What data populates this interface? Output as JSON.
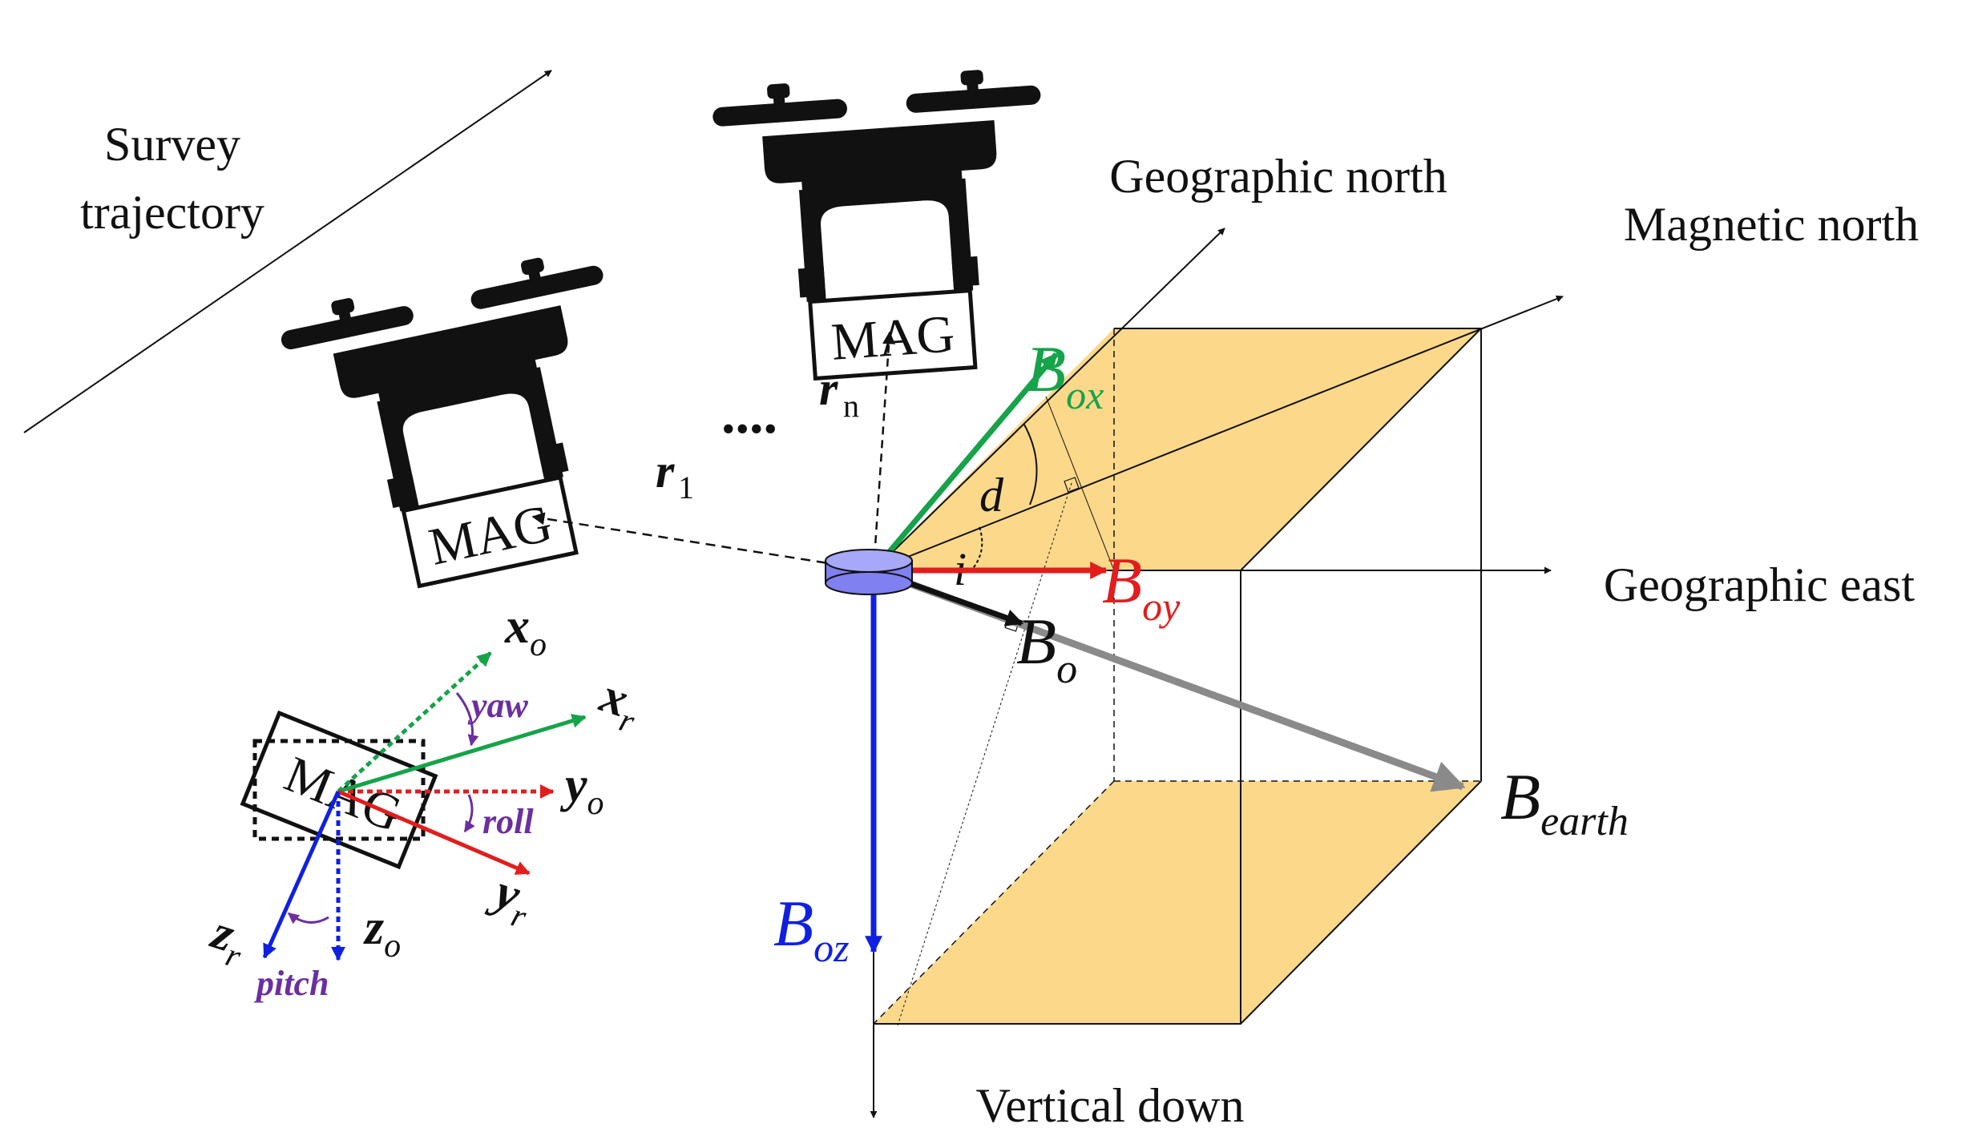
{
  "labels": {
    "survey_line1": "Survey",
    "survey_line2": "trajectory",
    "geo_north": "Geographic north",
    "mag_north": "Magnetic north",
    "geo_east": "Geographic east",
    "vertical_down": "Vertical down",
    "mag_text": "MAG",
    "dots": "....",
    "r1_main": "r",
    "r1_sub": "1",
    "rn_main": "r",
    "rn_sub": "n",
    "d": "d",
    "i": "i",
    "b": "B",
    "ox": "ox",
    "oy": "oy",
    "oz": "oz",
    "o": "o",
    "earth": "earth",
    "x": "x",
    "y": "y",
    "z": "z",
    "sub_o": "o",
    "sub_r": "r",
    "yaw": "yaw",
    "roll": "roll",
    "pitch": "pitch"
  },
  "colors": {
    "green": "#16a34a",
    "red": "#e11d1d",
    "blue": "#1020e0",
    "gray": "#8a8a8a",
    "purple": "#6b2fa0",
    "box_fill": "#fcd98a",
    "sensor_fill": "#8080f0",
    "black": "#111111"
  }
}
